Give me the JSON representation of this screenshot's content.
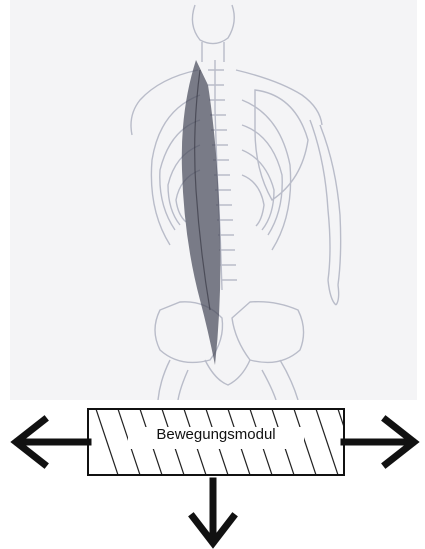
{
  "illustration": {
    "subject": "back-view-skeleton-erector-spinae-muscle"
  },
  "module": {
    "label": "Bewegungsmodul"
  },
  "arrows": {
    "directions": [
      "left",
      "right",
      "down"
    ]
  },
  "colors": {
    "background": "#f4f4f6",
    "bone_line": "#b9bcc9",
    "muscle": "#4a4c5c",
    "arrow": "#111111"
  }
}
